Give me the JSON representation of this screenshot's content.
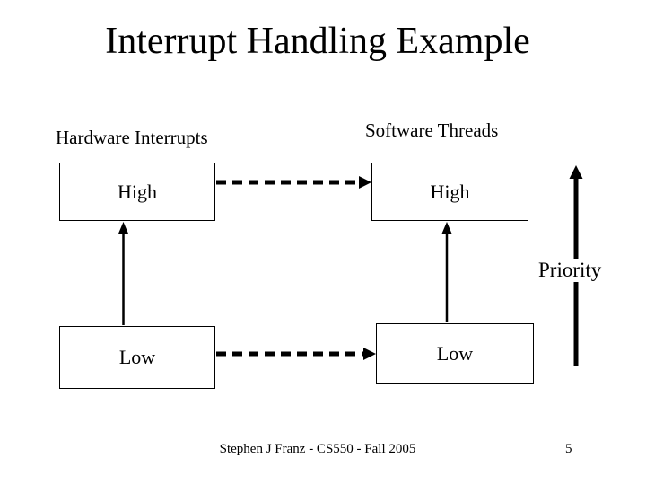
{
  "slide": {
    "title": "Interrupt Handling Example",
    "columns": {
      "hardware_label": "Hardware Interrupts",
      "software_label": "Software Threads"
    },
    "boxes": {
      "hw_high": "High",
      "sw_high": "High",
      "hw_low": "Low",
      "sw_low": "Low"
    },
    "priority_label": "Priority",
    "footer_text": "Stephen J Franz - CS550 - Fall 2005",
    "page_number": "5",
    "colors": {
      "background": "#ffffff",
      "foreground": "#000000"
    }
  }
}
